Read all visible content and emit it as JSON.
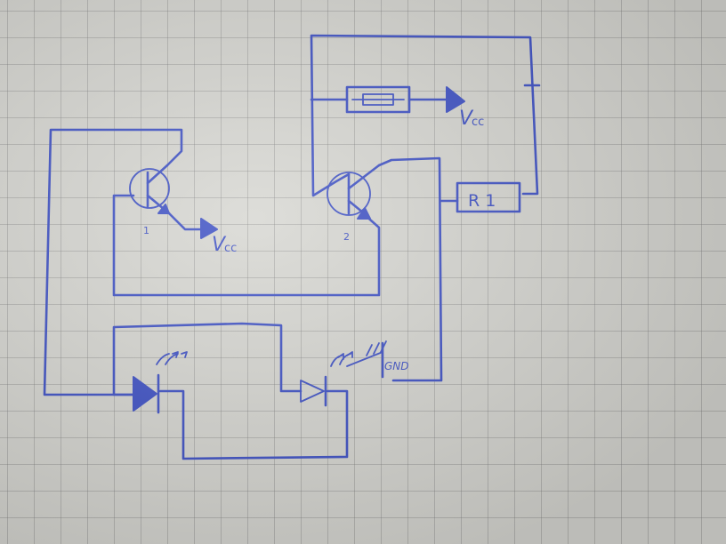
{
  "labels": {
    "q1_number": "1",
    "q2_number": "2",
    "vcc_sub": "cc",
    "r1": "R 1",
    "gnd": "GND"
  },
  "colors": {
    "ink": "#3c4fc4",
    "paper": "#d6d6d1",
    "grid": "#9a9a96"
  }
}
